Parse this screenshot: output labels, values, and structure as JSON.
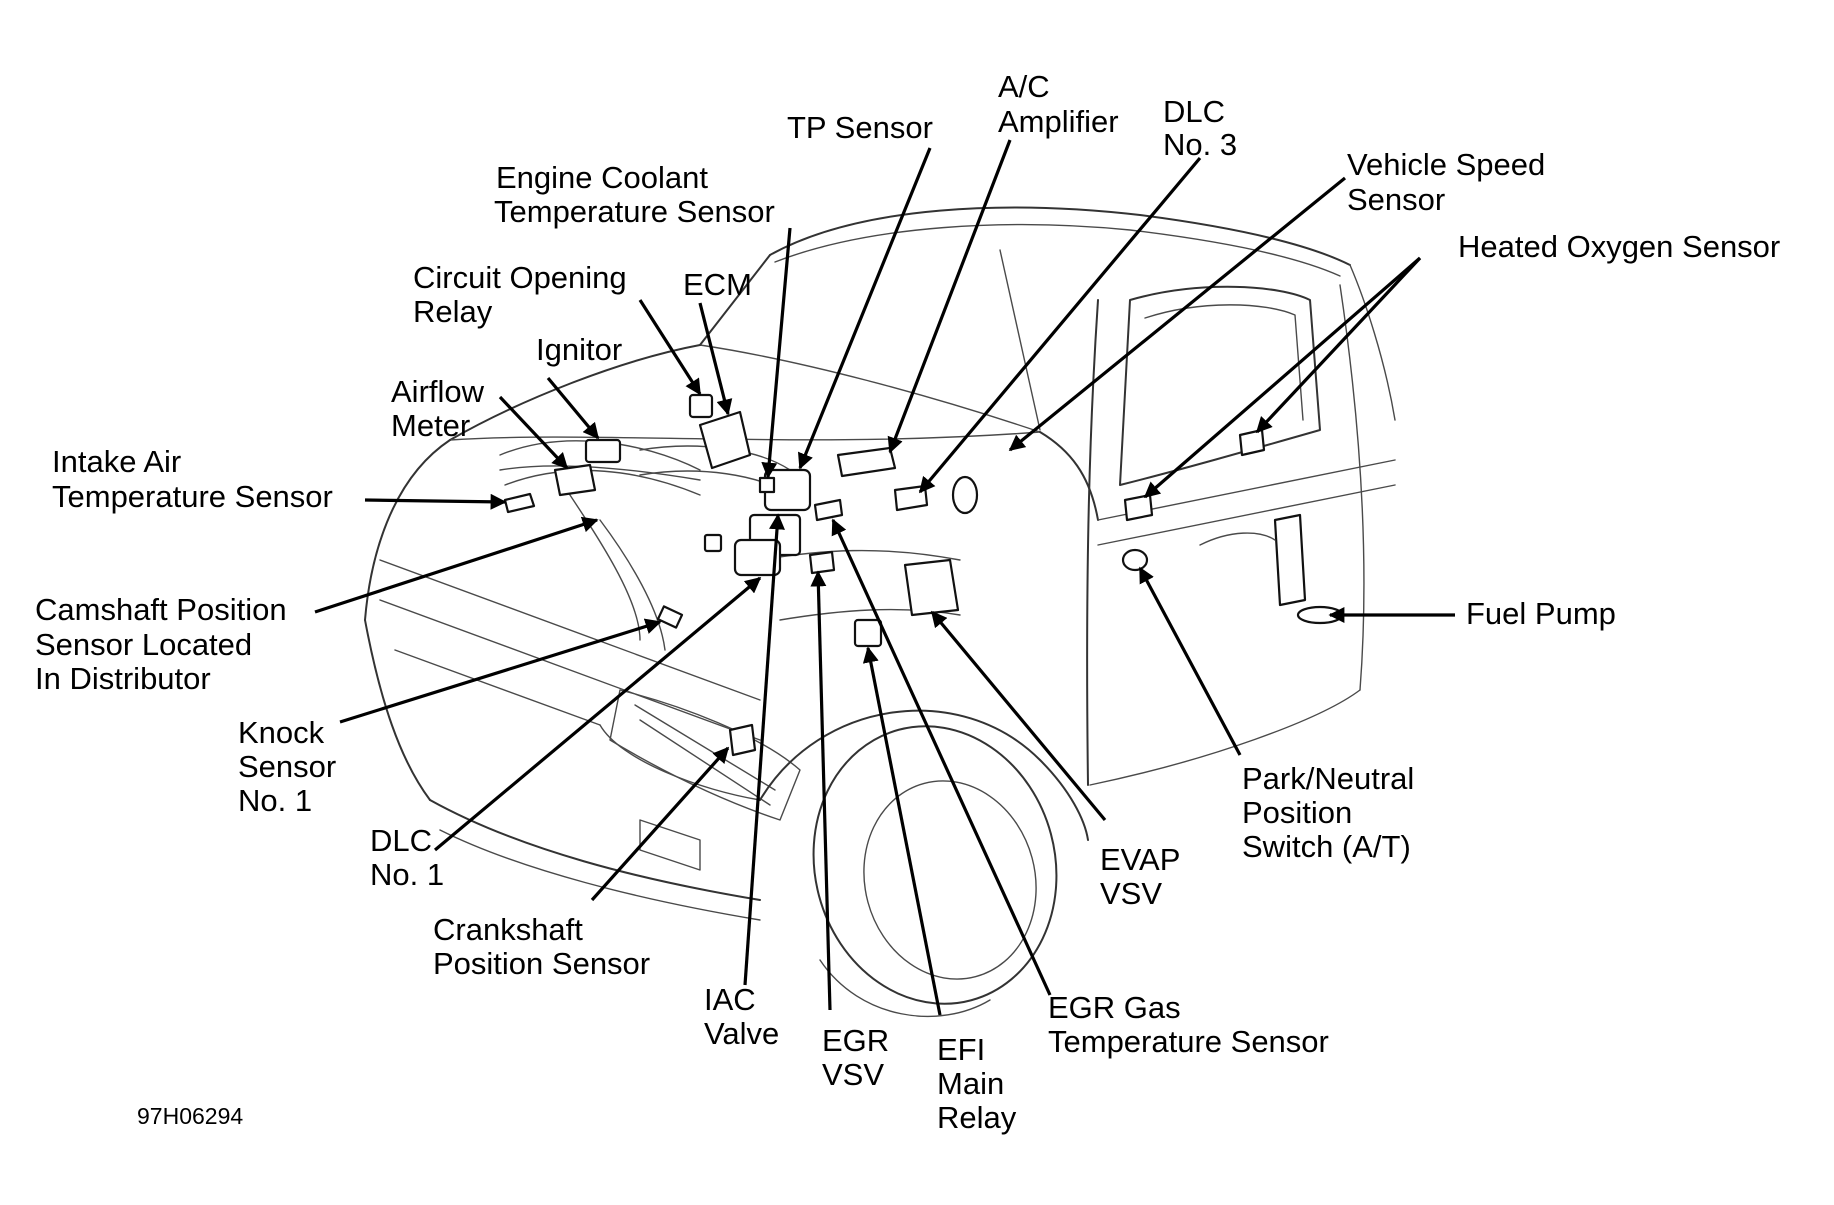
{
  "figure_id": "97H06294",
  "labels": {
    "ac_amplifier": [
      "A/C",
      "Amplifier"
    ],
    "dlc_no3": [
      "DLC",
      "No. 3"
    ],
    "tp_sensor": [
      "TP Sensor"
    ],
    "vehicle_speed_sensor": [
      "Vehicle Speed",
      "Sensor"
    ],
    "engine_coolant_temp_sensor": [
      "Engine Coolant",
      "Temperature Sensor"
    ],
    "heated_oxygen_sensor": [
      "Heated Oxygen Sensor"
    ],
    "circuit_opening_relay": [
      "Circuit Opening",
      "Relay"
    ],
    "ecm": [
      "ECM"
    ],
    "ignitor": [
      "Ignitor"
    ],
    "airflow_meter": [
      "Airflow",
      "Meter"
    ],
    "intake_air_temp_sensor": [
      "Intake Air",
      "Temperature Sensor"
    ],
    "camshaft_position_sensor": [
      "Camshaft Position",
      "Sensor Located",
      "In Distributor"
    ],
    "fuel_pump": [
      "Fuel Pump"
    ],
    "knock_sensor": [
      "Knock",
      "Sensor",
      "No. 1"
    ],
    "park_neutral_switch": [
      "Park/Neutral",
      "Position",
      "Switch (A/T)"
    ],
    "dlc_no1": [
      "DLC",
      "No. 1"
    ],
    "evap_vsv": [
      "EVAP",
      "VSV"
    ],
    "crankshaft_position_sensor": [
      "Crankshaft",
      "Position Sensor"
    ],
    "iac_valve": [
      "IAC",
      "Valve"
    ],
    "egr_vsv": [
      "EGR",
      "VSV"
    ],
    "efi_main_relay": [
      "EFI",
      "Main",
      "Relay"
    ],
    "egr_gas_temp_sensor": [
      "EGR Gas",
      "Temperature Sensor"
    ]
  }
}
